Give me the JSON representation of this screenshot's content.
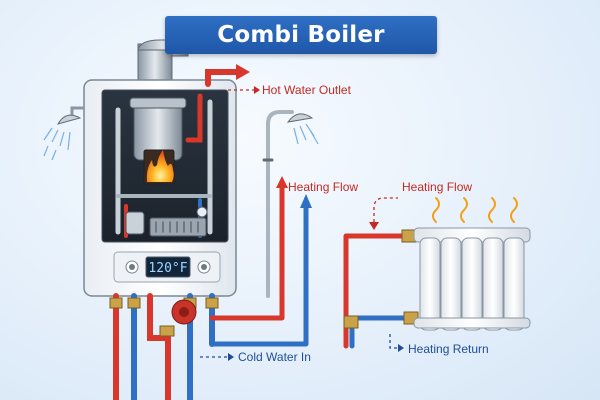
{
  "title": "Combi Boiler",
  "boiler": {
    "display": "120°F"
  },
  "labels": {
    "hot_water_outlet": "Hot Water Outlet",
    "heating_flow_left": "Heating Flow",
    "heating_flow_right": "Heating Flow",
    "cold_water_in": "Cold Water In",
    "heating_return": "Heating Return"
  },
  "colors": {
    "hot_pipe": "#d8382c",
    "cold_pipe": "#2f6fc4",
    "title_bg": "#1f57a8",
    "label_red": "#c22a22",
    "label_blue": "#1d4f96"
  }
}
